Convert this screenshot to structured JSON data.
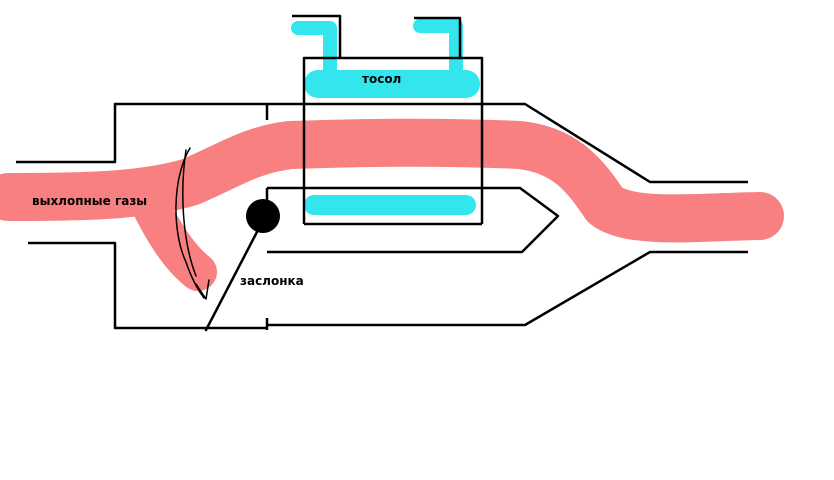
{
  "labels": {
    "coolant": "тосол",
    "exhaust": "выхлопные газы",
    "flap": "заслонка"
  },
  "colors": {
    "gas": "#f88080",
    "coolant": "#33e6ee",
    "outline": "#000000",
    "flap": "#000000",
    "background": "#ffffff"
  }
}
